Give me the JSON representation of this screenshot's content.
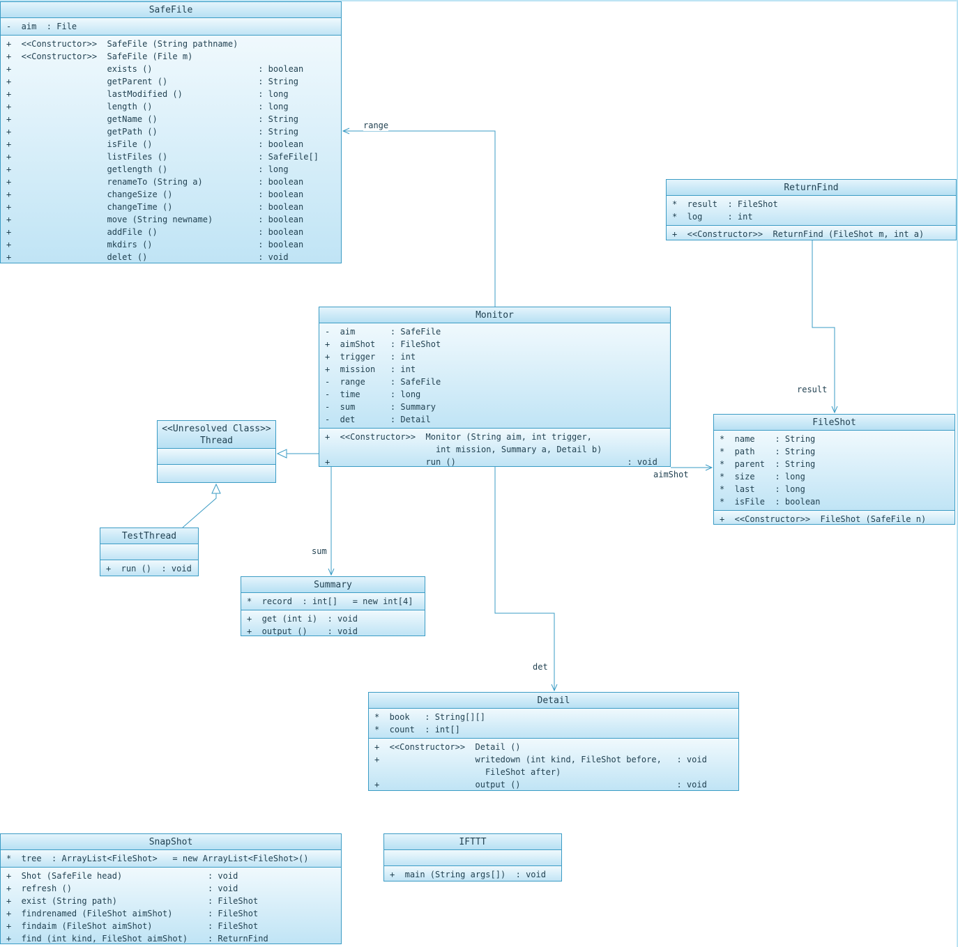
{
  "colors": {
    "box_border": "#3a9bc4",
    "box_fill_top": "#f0f9fd",
    "box_fill_bottom": "#c0e4f5",
    "text": "#1f3f4f"
  },
  "classes": {
    "safefile": {
      "title": "SafeFile",
      "attributes": [
        "-  aim  : File"
      ],
      "methods": [
        "+  <<Constructor>>  SafeFile (String pathname)",
        "+  <<Constructor>>  SafeFile (File m)",
        "+                   exists ()                     : boolean",
        "+                   getParent ()                  : String",
        "+                   lastModified ()               : long",
        "+                   length ()                     : long",
        "+                   getName ()                    : String",
        "+                   getPath ()                    : String",
        "+                   isFile ()                     : boolean",
        "+                   listFiles ()                  : SafeFile[]",
        "+                   getlength ()                  : long",
        "+                   renameTo (String a)           : boolean",
        "+                   changeSize ()                 : boolean",
        "+                   changeTime ()                 : boolean",
        "+                   move (String newname)         : boolean",
        "+                   addFile ()                    : boolean",
        "+                   mkdirs ()                     : boolean",
        "+                   delet ()                      : void"
      ]
    },
    "returnfind": {
      "title": "ReturnFind",
      "attributes": [
        "*  result  : FileShot",
        "*  log     : int"
      ],
      "methods": [
        "+  <<Constructor>>  ReturnFind (FileShot m, int a)"
      ]
    },
    "monitor": {
      "title": "Monitor",
      "attributes": [
        "-  aim       : SafeFile",
        "+  aimShot   : FileShot",
        "+  trigger   : int",
        "+  mission   : int",
        "-  range     : SafeFile",
        "-  time      : long",
        "-  sum       : Summary",
        "-  det       : Detail"
      ],
      "methods": [
        "+  <<Constructor>>  Monitor (String aim, int trigger,",
        "                      int mission, Summary a, Detail b)",
        "+                   run ()                                  : void"
      ]
    },
    "thread": {
      "stereotype": "<<Unresolved Class>>",
      "title": "Thread",
      "attributes": [],
      "methods": []
    },
    "testthread": {
      "title": "TestThread",
      "attributes": [],
      "methods": [
        "+  run ()  : void"
      ]
    },
    "summary": {
      "title": "Summary",
      "attributes": [
        "*  record  : int[]   = new int[4]"
      ],
      "methods": [
        "+  get (int i)  : void",
        "+  output ()    : void"
      ]
    },
    "fileshot": {
      "title": "FileShot",
      "attributes": [
        "*  name    : String",
        "*  path    : String",
        "*  parent  : String",
        "*  size    : long",
        "*  last    : long",
        "*  isFile  : boolean"
      ],
      "methods": [
        "+  <<Constructor>>  FileShot (SafeFile n)"
      ]
    },
    "detail": {
      "title": "Detail",
      "attributes": [
        "*  book   : String[][]",
        "*  count  : int[]"
      ],
      "methods": [
        "+  <<Constructor>>  Detail ()",
        "+                   writedown (int kind, FileShot before,   : void",
        "                      FileShot after)",
        "+                   output ()                               : void"
      ]
    },
    "snapshot": {
      "title": "SnapShot",
      "attributes": [
        "*  tree  : ArrayList<FileShot>   = new ArrayList<FileShot>()"
      ],
      "methods": [
        "+  Shot (SafeFile head)                 : void",
        "+  refresh ()                           : void",
        "+  exist (String path)                  : FileShot",
        "+  findrenamed (FileShot aimShot)       : FileShot",
        "+  findaim (FileShot aimShot)           : FileShot",
        "+  find (int kind, FileShot aimShot)    : ReturnFind"
      ]
    },
    "ifttt": {
      "title": "IFTTT",
      "attributes": [],
      "methods": [
        "+  main (String args[])  : void"
      ]
    }
  },
  "connectors": {
    "range": {
      "label": "range"
    },
    "result": {
      "label": "result"
    },
    "aimshot": {
      "label": "aimShot"
    },
    "sum": {
      "label": "sum"
    },
    "det": {
      "label": "det"
    }
  }
}
